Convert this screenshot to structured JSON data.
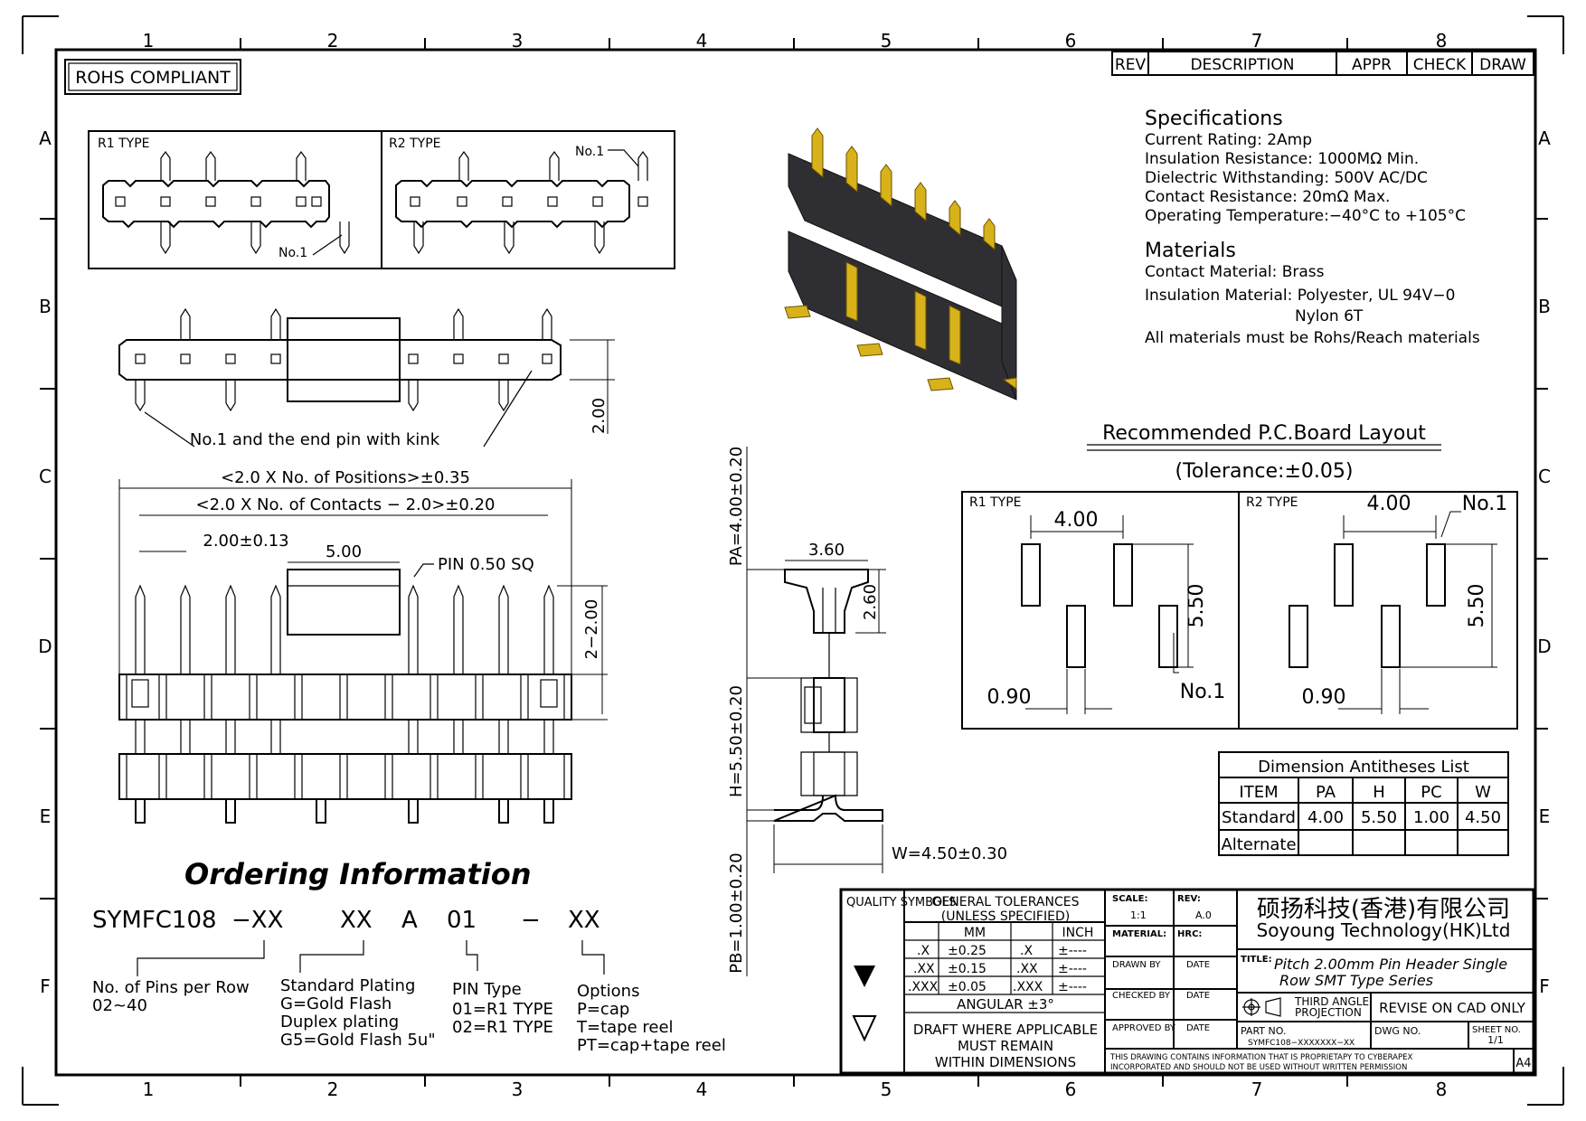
{
  "frame": {
    "top_zones": [
      "1",
      "2",
      "3",
      "4",
      "5",
      "6",
      "7",
      "8"
    ],
    "bottom_zones": [
      "1",
      "2",
      "3",
      "4",
      "5",
      "6",
      "7",
      "8"
    ],
    "side_zones": [
      "A",
      "B",
      "C",
      "D",
      "E",
      "F"
    ]
  },
  "rohs_label": "ROHS COMPLIANT",
  "revision_table": {
    "rev": "REV",
    "description": "DESCRIPTION",
    "appr": "APPR",
    "check": "CHECK",
    "draw": "DRAW"
  },
  "pin_view": {
    "r1_label": "R1 TYPE",
    "r2_label": "R2 TYPE",
    "no1_label": "No.1",
    "kink_note": "No.1 and the end pin with kink"
  },
  "front_view": {
    "dim_positions": "<2.0 X No. of Positions>±0.35",
    "dim_contacts": "<2.0 X No. of Contacts − 2.0>±0.20",
    "dim_pitch": "2.00±0.13",
    "dim_cap": "5.00",
    "pin_note": "PIN 0.50 SQ",
    "dim_height": "2−2.00",
    "dim_top": "2.00"
  },
  "side_view": {
    "dim_pa": "PA=4.00±0.20",
    "dim_h": "H=5.50±0.20",
    "dim_pb": "PB=1.00±0.20",
    "dim_w": "W=4.50±0.30",
    "dim_cap_w": "3.60",
    "dim_cap_h": "2.60"
  },
  "specifications": {
    "title": "Specifications",
    "lines": [
      "Current Rating:   2Amp",
      "Insulation Resistance: 1000MΩ Min.",
      "Dielectric Withstanding:   500V AC/DC",
      "Contact Resistance:   20mΩ Max.",
      "Operating Temperature:−40°C to +105°C"
    ]
  },
  "materials": {
    "title": "Materials",
    "lines": [
      "Contact Material: Brass",
      "Insulation Material: Polyester, UL 94V−0",
      "Nylon 6T",
      "All materials must be Rohs/Reach materials"
    ]
  },
  "pcb_layout": {
    "title": "Recommended P.C.Board Layout",
    "tolerance": "(Tolerance:±0.05)",
    "r1_label": "R1 TYPE",
    "r2_label": "R2 TYPE",
    "dim_pitch": "4.00",
    "dim_pad_h": "5.50",
    "dim_pad_w": "0.90",
    "no1_label": "No.1"
  },
  "dimension_table": {
    "title": "Dimension Antitheses List",
    "headers": [
      "ITEM",
      "PA",
      "H",
      "PC",
      "W"
    ],
    "rows": [
      [
        "Standard",
        "4.00",
        "5.50",
        "1.00",
        "4.50"
      ],
      [
        "Alternate",
        "",
        "",
        "",
        ""
      ]
    ]
  },
  "ordering": {
    "title": "Ordering Information",
    "code": [
      "SYMFC108",
      "−XX",
      "XX",
      "A",
      "01",
      "−",
      "XX"
    ],
    "groups": [
      {
        "lines": [
          "No. of Pins per Row",
          "02~40"
        ]
      },
      {
        "lines": [
          "Standard Plating",
          "G=Gold Flash",
          "Duplex plating",
          "G5=Gold Flash 5u\""
        ]
      },
      {
        "lines": [
          "PIN Type",
          "01=R1 TYPE",
          "02=R1 TYPE"
        ]
      },
      {
        "lines": [
          "Options",
          "P=cap",
          "T=tape reel",
          "PT=cap+tape reel"
        ]
      }
    ]
  },
  "title_block": {
    "quality_symbols": "QUALITY SYMBOLS",
    "general_tol_1": "GENERAL TOLERANCES",
    "general_tol_2": "(UNLESS SPECIFIED)",
    "mm": "MM",
    "inch": "INCH",
    "tol_rows": [
      [
        ".X",
        "±0.25",
        ".X",
        "±----"
      ],
      [
        ".XX",
        "±0.15",
        ".XX",
        "±----"
      ],
      [
        ".XXX",
        "±0.05",
        ".XXX",
        "±----"
      ]
    ],
    "angular": "ANGULAR ±3°",
    "draft_1": "DRAFT WHERE APPLICABLE",
    "draft_2": "MUST REMAIN",
    "draft_3": "WITHIN DIMENSIONS",
    "scale_label": "SCALE:",
    "scale_value": "1:1",
    "rev_label": "REV:",
    "rev_value": "A.0",
    "material_label": "MATERIAL:",
    "hrc_label": "HRC:",
    "drawn_by": "DRAWN BY",
    "checked_by": "CHECKED BY",
    "approved_by": "APPROVED BY",
    "date": "DATE",
    "company_cn": "硕扬科技(香港)有限公司",
    "company_en": "Soyoung Technology(HK)Ltd",
    "title_label": "TITLE:",
    "title_1": "Pitch 2.00mm Pin Header Single",
    "title_2": "Row SMT Type Series",
    "projection_1": "THIRD ANGLE",
    "projection_2": "PROJECTION",
    "revise_note": "REVISE ON CAD ONLY",
    "part_no_label": "PART NO.",
    "part_no": "SYMFC108−XXXXXXX−XX",
    "dwg_no_label": "DWG NO.",
    "sheet_label": "SHEET NO.",
    "sheet_value": "1/1",
    "notice_1": "THIS DRAWING CONTAINS INFORMATION THAT IS PROPRIETAPY TO CYBERAPEX",
    "notice_2": "INCORPORATED AND SHOULD NOT BE USED WITHOUT WRITTEN PERMISSION",
    "paper_size": "A4"
  }
}
